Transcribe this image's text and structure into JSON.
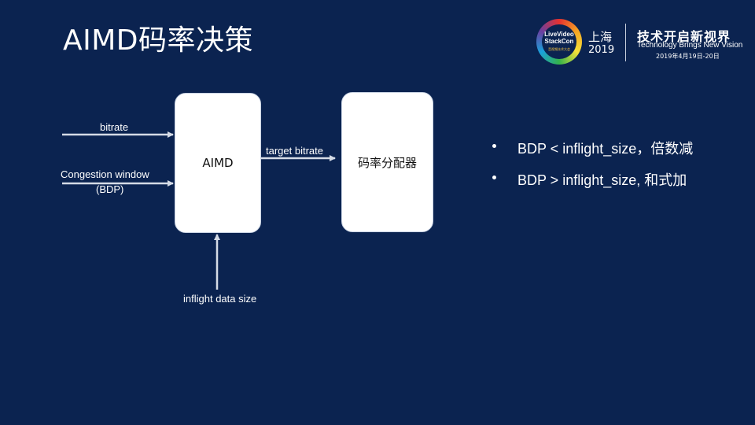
{
  "slide": {
    "title": "AIMD码率决策"
  },
  "header": {
    "logo_text_line1": "LiveVideo",
    "logo_text_line2": "StackCon",
    "logo_subtext": "音视频技术大会",
    "city": "上海",
    "year": "2019",
    "slogan_cn": "技术开启新视界",
    "slogan_en": "Technology Brings New Vision",
    "date": "2019年4月19日-20日"
  },
  "diagram": {
    "nodes": {
      "aimd": "AIMD",
      "allocator": "码率分配器"
    },
    "labels": {
      "bitrate": "bitrate",
      "congestion_window": "Congestion window",
      "bdp": "(BDP)",
      "target_bitrate": "target bitrate",
      "inflight": "inflight data size"
    }
  },
  "bullets": [
    "BDP  < inflight_size，倍数减",
    "BDP  > inflight_size,    和式加"
  ],
  "colors": {
    "background": "#0b2350",
    "box_fill": "#ffffff",
    "arrow": "#d5dbe6"
  }
}
